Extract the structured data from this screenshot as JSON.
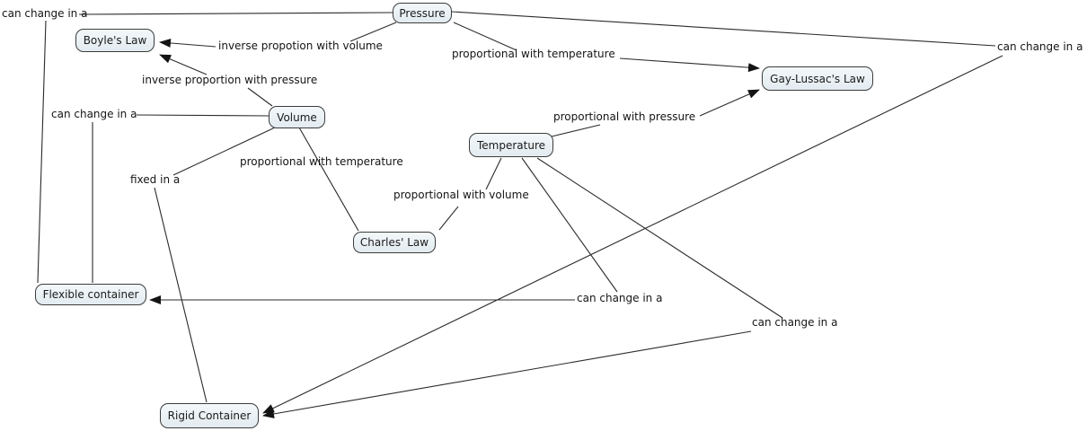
{
  "diagram": {
    "type": "concept-map",
    "topic": "Gas laws concept map",
    "background_color": "#ffffff",
    "node_fill": "#eaf2f6",
    "node_border_color": "#3c3c3c",
    "line_color": "#2b2b2b",
    "nodes": {
      "pressure": {
        "label": "Pressure"
      },
      "boyles_law": {
        "label": "Boyle's Law"
      },
      "gay_lussacs_law": {
        "label": "Gay-Lussac's Law"
      },
      "volume": {
        "label": "Volume"
      },
      "temperature": {
        "label": "Temperature"
      },
      "charles_law": {
        "label": "Charles' Law"
      },
      "flexible_container": {
        "label": "Flexible container"
      },
      "rigid_container": {
        "label": "Rigid Container"
      }
    },
    "edge_labels": {
      "pressure_flexible": "can change in a",
      "pressure_boyle": "inverse propotion with volume",
      "pressure_gay": "proportional with temperature",
      "pressure_rigid": "can change in a",
      "volume_boyle": "inverse proportion with pressure",
      "volume_flexible": "can change in a",
      "temperature_gay": "proportional with pressure",
      "volume_rigid": "fixed in a",
      "volume_charles": "proportional with temperature",
      "temperature_charles": "proportional with volume",
      "temperature_flexible": "can change in a",
      "temperature_rigid": "can change in a"
    }
  }
}
